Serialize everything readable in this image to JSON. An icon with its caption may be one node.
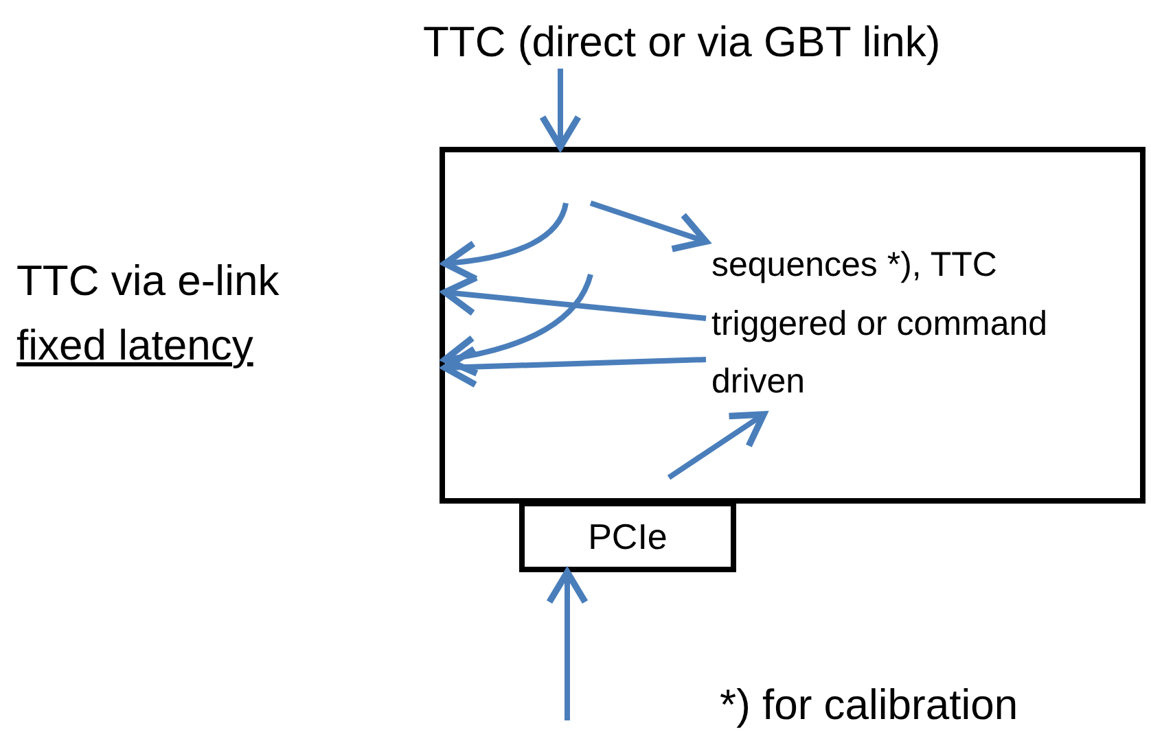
{
  "diagram": {
    "nodes": [
      {
        "text": [
          "TTC (direct or via GBT link)"
        ]
      },
      {
        "text": [],
        "shape": "box"
      },
      {
        "text": [
          "PCIe"
        ]
      },
      {
        "text": [
          "sequences *), TTC triggered or command driven"
        ],
        "in": 1
      },
      {
        "text": [
          "TTC via e-link",
          "fixed latency"
        ]
      }
    ],
    "edges": [
      {
        "from": 0,
        "to": 1,
        "arrow": "to"
      },
      {
        "from": null,
        "to": 1,
        "arrow": "to"
      },
      {
        "from": null,
        "to": 1,
        "arrow": "to"
      },
      {
        "from": 3,
        "to": 1,
        "arrow": "to"
      },
      {
        "from": 3,
        "to": 1,
        "arrow": "to"
      },
      {
        "from": null,
        "to": 3,
        "arrow": "to"
      },
      {
        "from": null,
        "to": 3,
        "arrow": "to"
      },
      {
        "from": null,
        "to": 2,
        "arrow": "to"
      }
    ],
    "labels": [
      "*) for calibration"
    ]
  }
}
